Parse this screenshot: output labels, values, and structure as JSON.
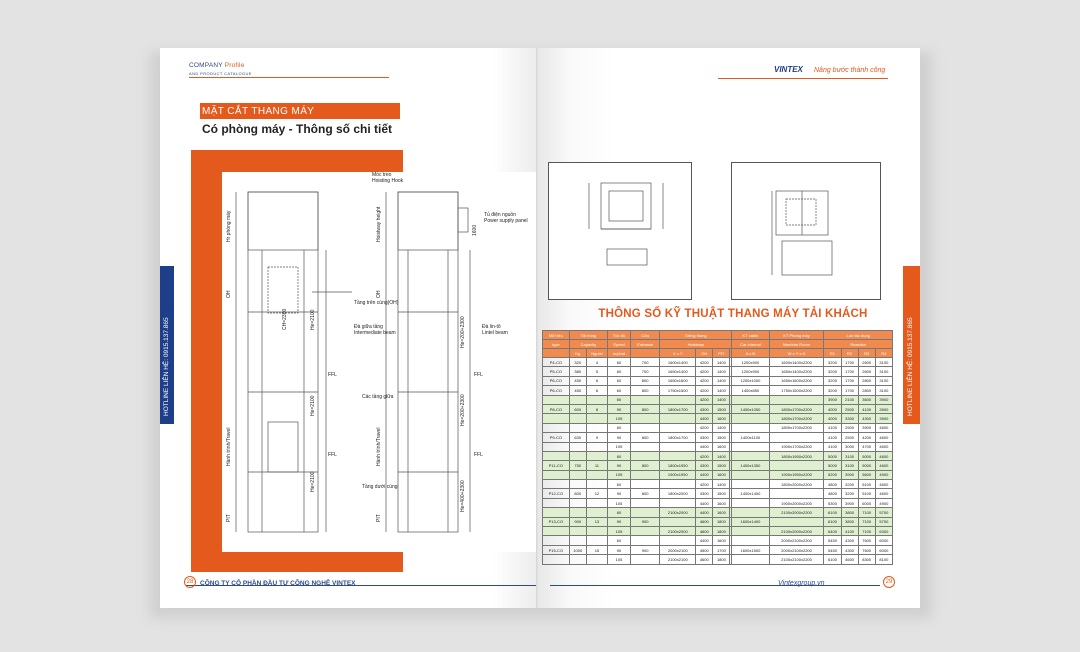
{
  "left_page": {
    "header_company": "COMPANY",
    "header_profile": "Profile",
    "header_sub": "AND PRODUCT CATALOGUE",
    "section_title": "MẶT CẮT THANG MÁY",
    "section_subtitle": "Có phòng máy - Thông số chi tiết",
    "labels": {
      "hoisting_hook_vi": "Móc treo",
      "hoisting_hook_en": "Hoisting Hook",
      "power_panel_vi": "Tủ điện nguồn",
      "power_panel_en": "Power supply panel",
      "top_floor": "Tầng trên cùng(OH)",
      "intermediate_vi": "Đà giữa tầng",
      "intermediate_en": "Intermediate beam",
      "lintel_vi": "Đà lin-tô",
      "lintel_en": "Lintel beam",
      "middle_floor": "Các tầng giữa",
      "bottom_floor": "Tầng dưới cùng",
      "machine_room": "Hr phòng máy",
      "hoistway_h": "Hoistway height",
      "oh": "OH",
      "travel": "Hành trình/Travel",
      "pit": "PIT",
      "ffl": "FFL",
      "dim_1600": "1600",
      "dim_ch": "CH=2300",
      "dim_he1": "He=2100",
      "dim_he2": "He=2100",
      "dim_he3": "He=2100",
      "dim_ha": "He=200+2300",
      "dim_hb": "He=200+2300",
      "dim_hc": "He=400+2300"
    },
    "footer_company": "CÔNG TY CỔ PHẦN ĐẦU TƯ CÔNG NGHỆ VINTEX",
    "page_number": "28",
    "hotline": "HOTLINE LIÊN HỆ: 0915.137.865"
  },
  "right_page": {
    "logo": "VINTEX",
    "tagline": "Nâng bước thành công",
    "table_title": "THÔNG SỐ KỸ THUẬT THANG MÁY TẢI KHÁCH",
    "table_headers_top": [
      "Mã hiệu",
      "Tải trọng",
      "",
      "Tốc độ",
      "Cửa",
      "Giếng thang",
      "",
      "",
      "",
      "KT cabin",
      "KT Phòng máy",
      "Lực tác dụng",
      "",
      "",
      ""
    ],
    "table_headers_mid": [
      "type",
      "Capacity",
      "",
      "Speed",
      "Entrance",
      "Hoistway",
      "",
      "",
      "",
      "Car internal",
      "Machine Room",
      "Reaction",
      "",
      "",
      ""
    ],
    "table_headers_unit": [
      "",
      "Kg",
      "Người",
      "m/phút",
      "",
      "X x Y",
      "OH",
      "PIT",
      "",
      "A x B",
      "W x Y x H",
      "R1",
      "R2",
      "R3",
      "R4"
    ],
    "rows": [
      {
        "g": false,
        "c": [
          "P4-CO",
          "320",
          "4",
          "60",
          "700",
          "1600x1400",
          "4200",
          "1400",
          "",
          "1200x900",
          "1600x1400x2200",
          "",
          "3200",
          "1700",
          "2600",
          "3100"
        ]
      },
      {
        "g": false,
        "c": [
          "P5-CO",
          "380",
          "5",
          "60",
          "700",
          "1650x1400",
          "4200",
          "1400",
          "",
          "1200x900",
          "1650x1400x2200",
          "",
          "3200",
          "1700",
          "2600",
          "3100"
        ]
      },
      {
        "g": false,
        "c": [
          "P6-CO",
          "450",
          "6",
          "60",
          "800",
          "1650x1600",
          "4200",
          "1400",
          "",
          "1200x1000",
          "1650x1600x2200",
          "",
          "3200",
          "1700",
          "2800",
          "3100"
        ]
      },
      {
        "g": false,
        "c": [
          "P6-CO",
          "450",
          "6",
          "60",
          "800",
          "1750x1500",
          "4200",
          "1400",
          "",
          "1400x850",
          "1750x1500x2200",
          "",
          "3200",
          "1700",
          "2800",
          "3100"
        ]
      },
      {
        "g": true,
        "c": [
          "",
          "",
          "",
          "60",
          "",
          "",
          "4200",
          "1400",
          "",
          "",
          "",
          "",
          "3900",
          "2100",
          "3600",
          "3900"
        ]
      },
      {
        "g": true,
        "c": [
          "P8-CO",
          "600",
          "8",
          "90",
          "800",
          "1800x1700",
          "4300",
          "1500",
          "",
          "1400x1050",
          "1800x1700x2200",
          "",
          "4000",
          "2500",
          "4100",
          "3900"
        ]
      },
      {
        "g": true,
        "c": [
          "",
          "",
          "",
          "105",
          "",
          "",
          "4400",
          "1600",
          "",
          "",
          "1800x1700x2200",
          "",
          "4000",
          "3300",
          "4300",
          "3900"
        ]
      },
      {
        "g": false,
        "c": [
          "",
          "",
          "",
          "60",
          "",
          "",
          "4200",
          "1400",
          "",
          "",
          "1800x1700x2200",
          "",
          "4100",
          "2500",
          "3900",
          "4600"
        ]
      },
      {
        "g": false,
        "c": [
          "P9-CO",
          "630",
          "9",
          "90",
          "800",
          "1800x1700",
          "4300",
          "1500",
          "",
          "1400x1100",
          "",
          "",
          "4100",
          "2500",
          "4200",
          "4600"
        ]
      },
      {
        "g": false,
        "c": [
          "",
          "",
          "",
          "105",
          "",
          "",
          "4400",
          "1600",
          "",
          "",
          "1900x1700x2200",
          "",
          "4100",
          "3000",
          "4700",
          "4600"
        ]
      },
      {
        "g": true,
        "c": [
          "",
          "",
          "",
          "60",
          "",
          "",
          "4200",
          "1400",
          "",
          "",
          "1800x1950x2200",
          "",
          "5000",
          "3100",
          "5000",
          "4600"
        ]
      },
      {
        "g": true,
        "c": [
          "P11-CO",
          "750",
          "11",
          "90",
          "800",
          "1800x1950",
          "4300",
          "1500",
          "",
          "1400x1350",
          "",
          "",
          "5000",
          "3100",
          "5000",
          "4600"
        ]
      },
      {
        "g": true,
        "c": [
          "",
          "",
          "",
          "105",
          "",
          "1900x1950",
          "4400",
          "1600",
          "",
          "",
          "1900x1950x2200",
          "",
          "5200",
          "3900",
          "5600",
          "4900"
        ]
      },
      {
        "g": false,
        "c": [
          "",
          "",
          "",
          "60",
          "",
          "",
          "4200",
          "1400",
          "",
          "",
          "1800x2000x2200",
          "",
          "4800",
          "3200",
          "5100",
          "4600"
        ]
      },
      {
        "g": false,
        "c": [
          "P12-CO",
          "800",
          "12",
          "90",
          "800",
          "1800x2000",
          "4300",
          "1500",
          "",
          "1400x1400",
          "",
          "",
          "4800",
          "3200",
          "5100",
          "4600"
        ]
      },
      {
        "g": false,
        "c": [
          "",
          "",
          "",
          "105",
          "",
          "",
          "4400",
          "1600",
          "",
          "",
          "1900x2000x2200",
          "",
          "5300",
          "3900",
          "6000",
          "4900"
        ]
      },
      {
        "g": true,
        "c": [
          "",
          "",
          "",
          "60",
          "",
          "2100x2000",
          "4400",
          "1600",
          "",
          "",
          "2100x2000x2200",
          "",
          "6100",
          "3800",
          "7100",
          "5700"
        ]
      },
      {
        "g": true,
        "c": [
          "P13-CO",
          "900",
          "13",
          "90",
          "900",
          "",
          "4600",
          "1800",
          "",
          "1600x1400",
          "",
          "",
          "6100",
          "3800",
          "7100",
          "5700"
        ]
      },
      {
        "g": true,
        "c": [
          "",
          "",
          "",
          "105",
          "",
          "2100x2000",
          "4600",
          "1800",
          "",
          "",
          "2100x2000x2200",
          "",
          "6400",
          "4100",
          "7100",
          "6300"
        ]
      },
      {
        "g": false,
        "c": [
          "",
          "",
          "",
          "60",
          "",
          "",
          "4400",
          "1600",
          "",
          "",
          "2000x2100x2200",
          "",
          "5450",
          "4300",
          "7600",
          "6000"
        ]
      },
      {
        "g": false,
        "c": [
          "P15-CO",
          "1000",
          "15",
          "90",
          "900",
          "2000x2100",
          "4500",
          "1700",
          "",
          "1600x1500",
          "2000x2100x2200",
          "",
          "5450",
          "4300",
          "7600",
          "6000"
        ]
      },
      {
        "g": false,
        "c": [
          "",
          "",
          "",
          "105",
          "",
          "2100x2100",
          "4600",
          "1800",
          "",
          "",
          "2100x2100x2200",
          "",
          "6100",
          "4600",
          "8300",
          "8100"
        ]
      }
    ],
    "footer_url": "Vintexgroup.vn",
    "page_number": "29",
    "hotline": "HOTLINE LIÊN HỆ: 0915.137.865"
  }
}
